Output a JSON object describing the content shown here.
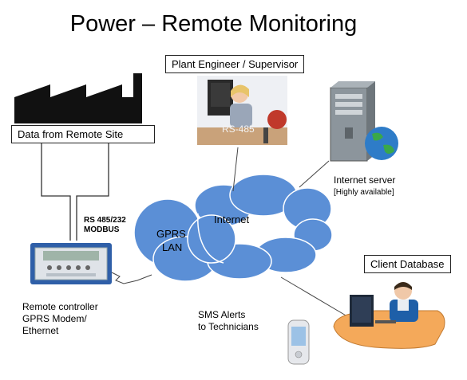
{
  "title": "Power – Remote Monitoring",
  "labels": {
    "remote_site": "Data from Remote Site",
    "engineer": "Plant Engineer / Supervisor",
    "client_db": "Client Database",
    "rs485_overlay": "RS-485",
    "internet_server": "Internet server",
    "highly_available": "[Highly available]",
    "internet": "Internet",
    "gprs": "GPRS",
    "lan": "LAN",
    "rs485_232": "RS 485/232",
    "modbus": "MODBUS",
    "remote_controller_1": "Remote controller",
    "remote_controller_2": "GPRS Modem/",
    "remote_controller_3": "Ethernet",
    "sms_1": "SMS Alerts",
    "sms_2": "to Technicians"
  },
  "colors": {
    "cloud_fill": "#5b8fd6",
    "cloud_stroke": "#ffffff",
    "factory": "#111111",
    "device_blue": "#2f5fa8"
  }
}
